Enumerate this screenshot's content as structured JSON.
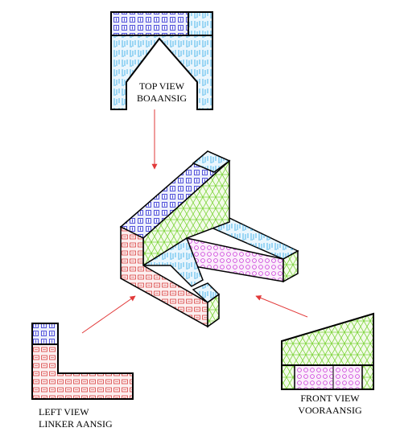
{
  "views": {
    "top": {
      "line1": "TOP VIEW",
      "line2": "BOAANSIG"
    },
    "left": {
      "line1": "LEFT VIEW",
      "line2": "LINKER AANSIG"
    },
    "front": {
      "line1": "FRONT VIEW",
      "line2": "VOORAANSIG"
    }
  },
  "colors": {
    "blue": "#2c2cd4",
    "cyan": "#27a6e8",
    "green": "#7dd43a",
    "magenta": "#c837d8",
    "red": "#d84040",
    "arrow": "#e23a3a",
    "outline": "#000000"
  },
  "fills": {
    "blue": "#eef0fb",
    "cyan": "#eaf6fd",
    "green": "#f3fbe9",
    "magenta": "#fbeefb",
    "red": "#fcefef"
  }
}
